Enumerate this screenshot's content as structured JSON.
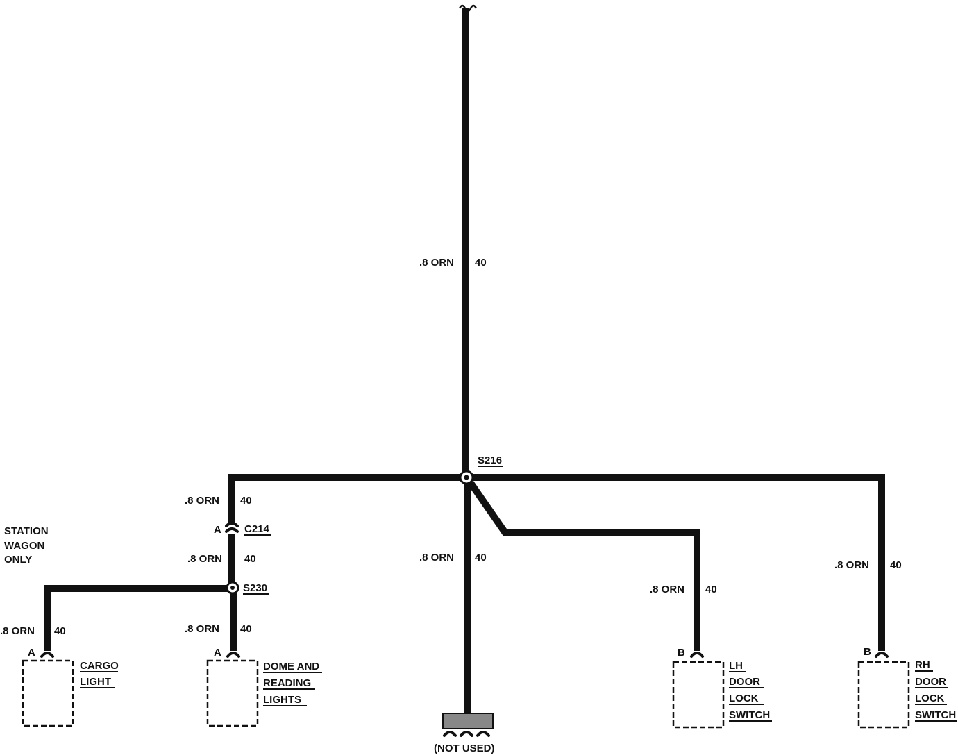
{
  "wires": {
    "main": {
      "size_color": ".8 ORN",
      "circuit": "40"
    },
    "left_branch": {
      "size_color": ".8 ORN",
      "circuit": "40"
    },
    "c214_to_s230": {
      "size_color": ".8 ORN",
      "circuit": "40"
    },
    "not_used": {
      "size_color": ".8 ORN",
      "circuit": "40"
    },
    "lh_door": {
      "size_color": ".8 ORN",
      "circuit": "40"
    },
    "rh_door": {
      "size_color": ".8 ORN",
      "circuit": "40"
    },
    "cargo": {
      "size_color": ".8 ORN",
      "circuit": "40"
    },
    "dome": {
      "size_color": ".8 ORN",
      "circuit": "40"
    }
  },
  "splices": {
    "s216": "S216",
    "s230": "S230"
  },
  "connectors": {
    "c214": {
      "name": "C214",
      "pin": "A"
    }
  },
  "station_wagon_note": [
    "STATION",
    "WAGON",
    "ONLY"
  ],
  "components": {
    "cargo_light": {
      "pin": "A",
      "lines": [
        "CARGO",
        "LIGHT"
      ]
    },
    "dome_reading": {
      "pin": "A",
      "lines": [
        "DOME AND",
        "READING",
        "LIGHTS"
      ]
    },
    "lh_door_lock": {
      "pin": "B",
      "lines": [
        "LH",
        "DOOR",
        "LOCK",
        "SWITCH"
      ]
    },
    "rh_door_lock": {
      "pin": "B",
      "lines": [
        "RH",
        "DOOR",
        "LOCK",
        "SWITCH"
      ]
    },
    "not_used": "(NOT USED)"
  }
}
